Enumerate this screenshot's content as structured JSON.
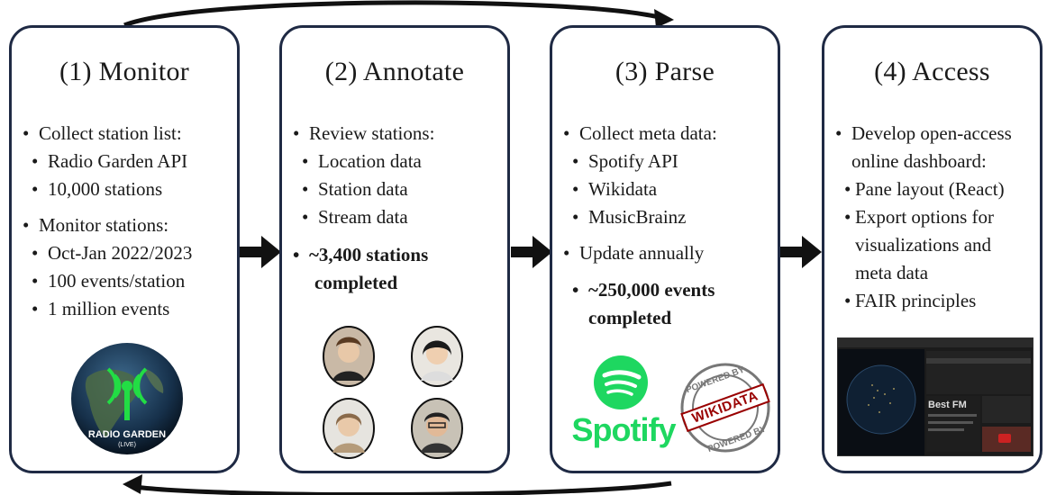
{
  "cards": [
    {
      "title": "(1) Monitor",
      "items": [
        {
          "text": "Collect station list:"
        },
        {
          "text": "Radio Garden API"
        },
        {
          "text": "10,000 stations"
        },
        {
          "text": "Monitor stations:"
        },
        {
          "text": "Oct-Jan 2022/2023"
        },
        {
          "text": "100 events/station"
        },
        {
          "text": "1 million events"
        }
      ],
      "logo_text": "RADIO GARDEN",
      "logo_sub": "(LIVE)"
    },
    {
      "title": "(2) Annotate",
      "items": [
        {
          "text": "Review stations:"
        },
        {
          "text": "Location data"
        },
        {
          "text": "Station data"
        },
        {
          "text": "Stream data"
        },
        {
          "text": "~3,400 stations"
        },
        {
          "text": "completed"
        }
      ]
    },
    {
      "title": "(3) Parse",
      "items": [
        {
          "text": "Collect meta data:"
        },
        {
          "text": "Spotify API"
        },
        {
          "text": "Wikidata"
        },
        {
          "text": "MusicBrainz"
        },
        {
          "text": "Update annually"
        },
        {
          "text": "~250,000 events"
        },
        {
          "text": "completed"
        }
      ],
      "spotify_label": "Spotify",
      "wikidata_label": "WIKIDATA",
      "powered_label": "POWERED BY"
    },
    {
      "title": "(4) Access",
      "items": [
        {
          "text": "Develop open-access"
        },
        {
          "text": "online dashboard:"
        },
        {
          "text": "Pane layout (React)"
        },
        {
          "text": "Export options for"
        },
        {
          "text": "visualizations and"
        },
        {
          "text": "meta data"
        },
        {
          "text": "FAIR principles"
        }
      ],
      "dashboard_station": "Best FM"
    }
  ],
  "colors": {
    "border": "#1f2a44",
    "arrow": "#111111",
    "spotify_green": "#1ed760",
    "wikidata_red": "#990000",
    "globe": "#1b3a5c"
  }
}
